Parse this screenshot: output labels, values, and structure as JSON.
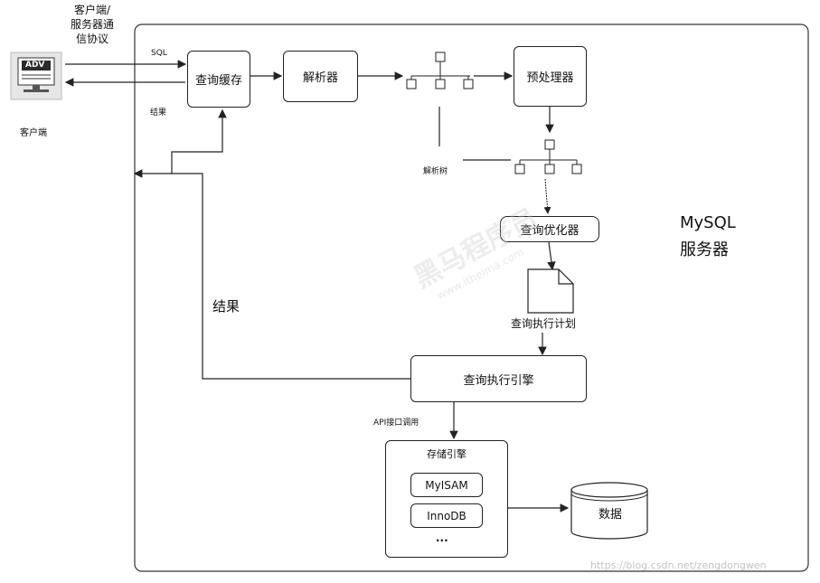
{
  "client": {
    "monitor_text": "ADV",
    "label": "客户端",
    "protocol_label": "客户端/\n服务器通\n信协议"
  },
  "server": {
    "label_line1": "MySQL",
    "label_line2": "服务器"
  },
  "flow": {
    "sql_label": "SQL",
    "result_small_label": "结果",
    "result_large_label": "结果",
    "query_cache": "查询缓存",
    "parser": "解析器",
    "parse_tree_label": "解析树",
    "preprocessor": "预处理器",
    "optimizer": "查询优化器",
    "exec_plan": "查询执行计划",
    "exec_engine": "查询执行引擎",
    "api_label": "API接口调用"
  },
  "storage": {
    "title": "存储引擎",
    "engines": [
      "MyISAM",
      "InnoDB"
    ],
    "more": "...",
    "data_label": "数据"
  },
  "watermarks": {
    "brand": "黑马程序员",
    "site": "www.itheima.com",
    "credit": "https://blog.csdn.net/zengdongwen"
  }
}
